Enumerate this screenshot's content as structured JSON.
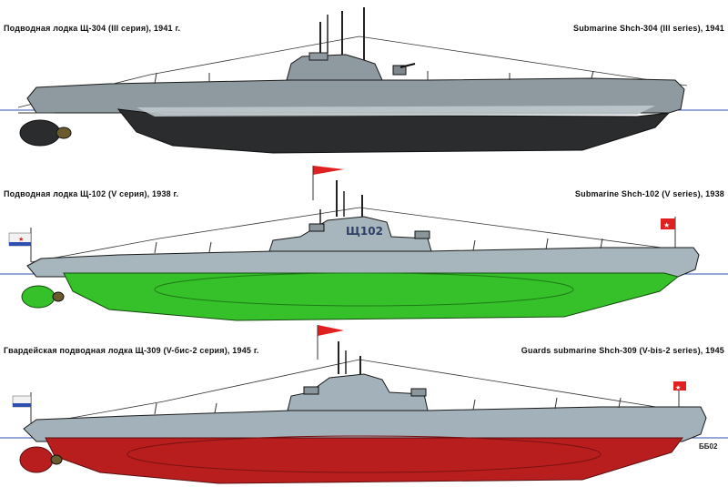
{
  "submarines": [
    {
      "caption_ru": "Подводная лодка Щ-304 (III серия), 1941 г.",
      "caption_en": "Submarine Shch-304 (III series), 1941",
      "hull_top": "#8f9aa0",
      "hull_bottom": "#2a2c2e",
      "hull_number": ""
    },
    {
      "caption_ru": "Подводная лодка Щ-102 (V серия), 1938 г.",
      "caption_en": "Submarine Shch-102 (V series), 1938",
      "hull_top": "#a7b5bd",
      "hull_bottom": "#36c12a",
      "hull_number": "Щ102"
    },
    {
      "caption_ru": "Гвардейская подводная лодка Щ-309 (V-бис-2 серия), 1945 г.",
      "caption_en": "Guards submarine Shch-309 (V-bis-2 series), 1945",
      "hull_top": "#a3b2ba",
      "hull_bottom": "#b81e1e",
      "hull_number": ""
    }
  ],
  "signature": "ББ02",
  "colors": {
    "waterline": "#2f4fb0",
    "flag_red": "#e02020",
    "pennant_red": "#e02020",
    "outline": "#1a1a1a"
  }
}
